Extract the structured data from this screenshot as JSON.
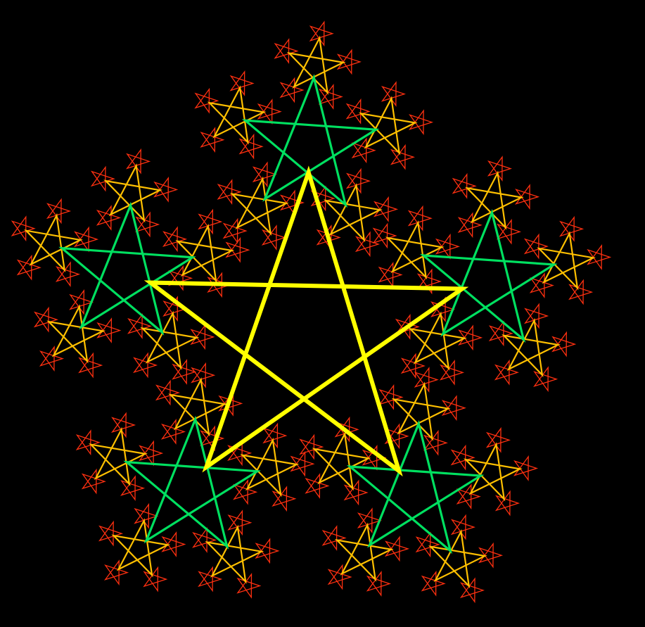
{
  "background_color": "#000000",
  "levels": [
    {
      "name": "level-0",
      "color": "#ffff00"
    },
    {
      "name": "level-1",
      "color": "#00e060"
    },
    {
      "name": "level-2",
      "color": "#ffc000"
    },
    {
      "name": "level-3",
      "color": "#ff3010"
    }
  ]
}
